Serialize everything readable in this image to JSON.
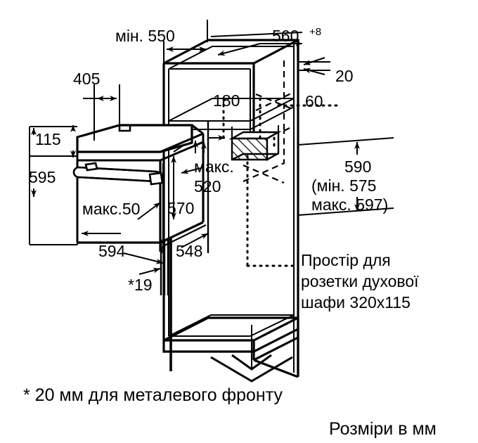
{
  "title": "Oven built-in installation dimensions diagram",
  "colors": {
    "line": "#000000",
    "background": "#ffffff"
  },
  "dimensions": {
    "niche_depth_min": "мін. 550",
    "niche_width": "560",
    "niche_width_tolerance": "+8",
    "worktop_thickness": "20",
    "top_shelf_gap": "180",
    "rear_gap": "60",
    "appliance_front_offset": "405",
    "control_panel_height": "115",
    "appliance_height": "595",
    "door_handle_clearance": "макс.50",
    "appliance_body_depth_max_label": "макс.",
    "appliance_body_depth_max_value": "520",
    "appliance_body_depth": "570",
    "appliance_front_width": "594",
    "appliance_body_width": "548",
    "front_panel_thickness": "*19",
    "niche_height": "590",
    "niche_height_min": "(мін. 575",
    "niche_height_max": "макс. 597)"
  },
  "annotations": {
    "socket_space_line1": "Простір для",
    "socket_space_line2": "розетки духової",
    "socket_space_line3": "шафи 320x115",
    "footnote": "* 20 мм для металевого фронту",
    "units_note": "Розміри в мм"
  }
}
